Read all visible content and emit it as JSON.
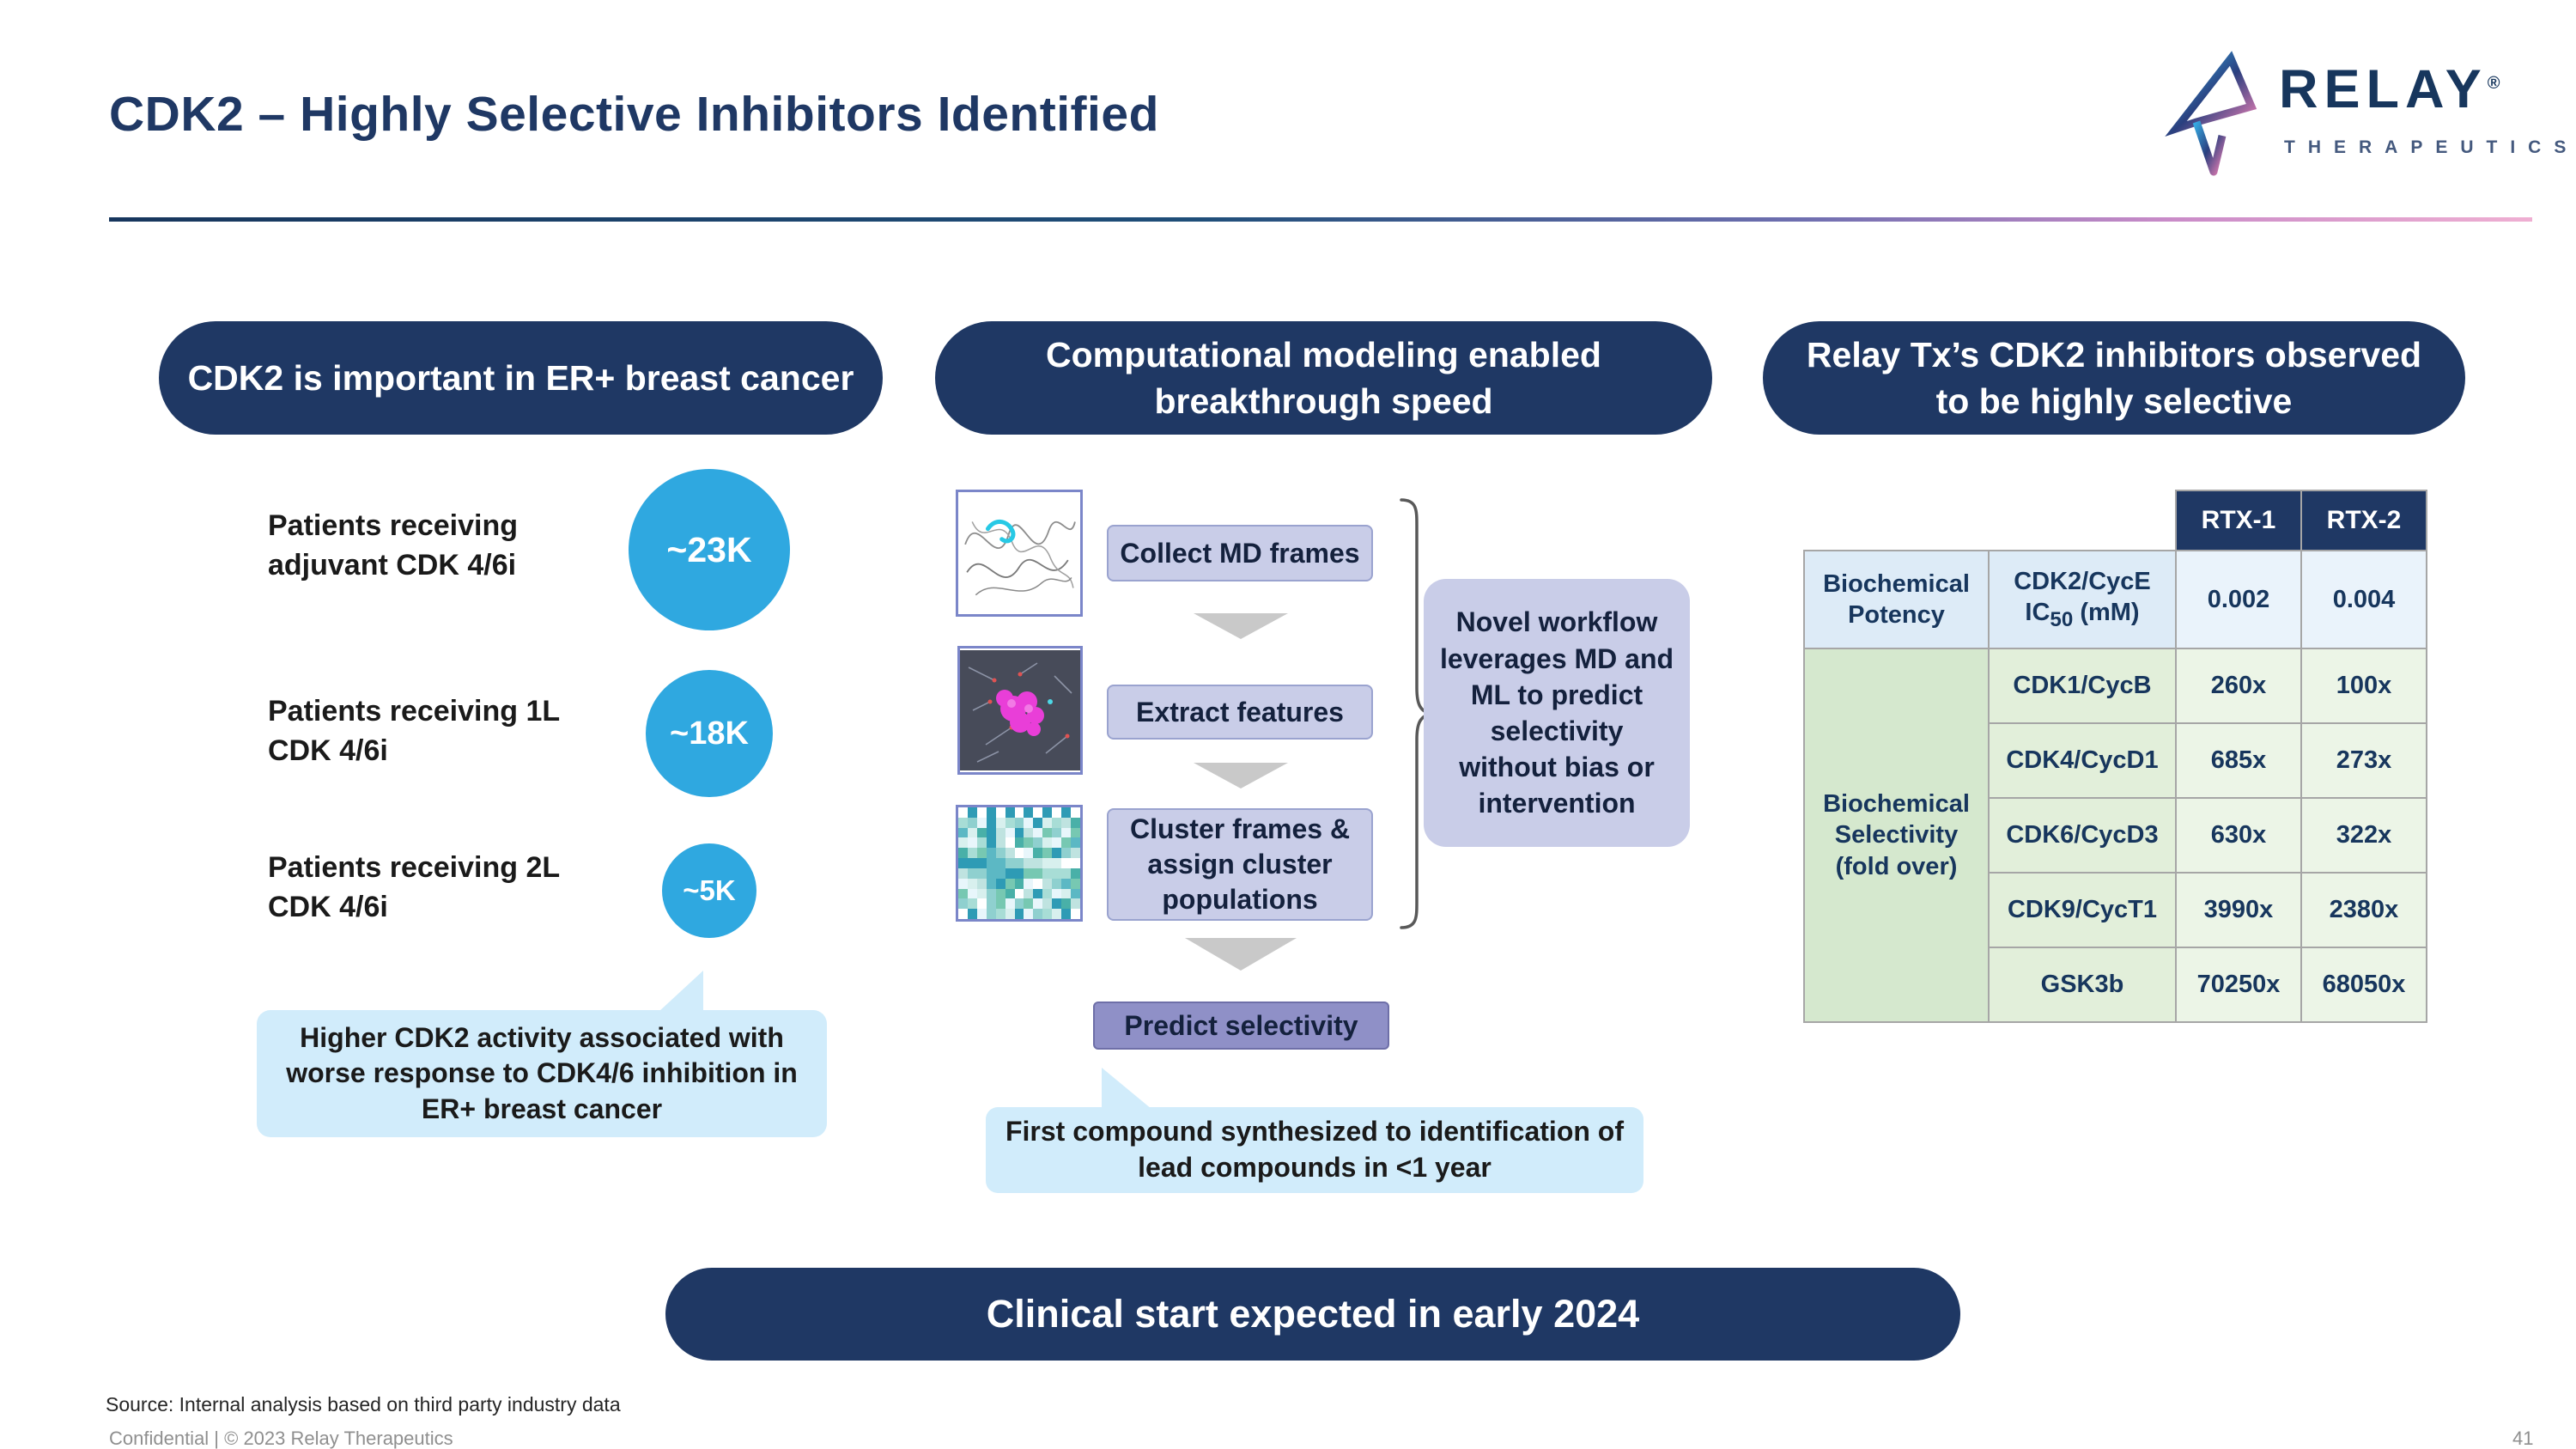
{
  "slide": {
    "title": "CDK2 – Highly Selective Inhibitors Identified",
    "source": "Source: Internal analysis based on third party industry data",
    "confidential": "Confidential | © 2023 Relay Therapeutics",
    "page": "41"
  },
  "logo": {
    "name": "RELAY",
    "reg": "®",
    "sub": "THERAPEUTICS"
  },
  "left": {
    "header": "CDK2 is important in ER+ breast cancer",
    "items": [
      {
        "label": "Patients receiving adjuvant CDK 4/6i",
        "value": "~23K"
      },
      {
        "label": "Patients receiving 1L CDK 4/6i",
        "value": "~18K"
      },
      {
        "label": "Patients receiving 2L CDK 4/6i",
        "value": "~5K"
      }
    ],
    "callout": "Higher CDK2 activity associated with worse response to CDK4/6 inhibition in ER+ breast cancer"
  },
  "middle": {
    "header": "Computational modeling enabled breakthrough speed",
    "steps": [
      "Collect MD frames",
      "Extract features",
      "Cluster frames & assign cluster populations"
    ],
    "predict": "Predict selectivity",
    "note": "Novel workflow leverages MD and ML to predict selectivity without bias or intervention",
    "callout": "First compound synthesized to identification of lead compounds in <1 year"
  },
  "right": {
    "header": "Relay Tx’s CDK2 inhibitors observed to be highly selective",
    "table": {
      "rtx1": "RTX-1",
      "rtx2": "RTX-2",
      "potency_group": "Biochemical Potency",
      "potency": {
        "pre": "CDK2/CycE IC",
        "sub": "50",
        "post": " (mM)",
        "rtx1": "0.002",
        "rtx2": "0.004"
      },
      "selectivity_group": "Biochemical Selectivity (fold over)",
      "rows": [
        {
          "label": "CDK1/CycB",
          "rtx1": "260x",
          "rtx2": "100x"
        },
        {
          "label": "CDK4/CycD1",
          "rtx1": "685x",
          "rtx2": "273x"
        },
        {
          "label": "CDK6/CycD3",
          "rtx1": "630x",
          "rtx2": "322x"
        },
        {
          "label": "CDK9/CycT1",
          "rtx1": "3990x",
          "rtx2": "2380x"
        },
        {
          "label": "GSK3b",
          "rtx1": "70250x",
          "rtx2": "68050x"
        }
      ]
    }
  },
  "banner": {
    "text": "Clinical start expected in early 2024"
  },
  "theme": {
    "navy": "#1F3864",
    "blue": "#2FA8E0",
    "lightblue": "#D1ECFB",
    "lavender": "#C9CDE8",
    "purple": "#8F90C7",
    "tblue": "#DDEBF7",
    "tblue2": "#EAF3FB",
    "green1": "#D5E8CE",
    "green2": "#E2EFDA",
    "green3": "#ECF5E7",
    "pink": "#EFAFD2"
  }
}
